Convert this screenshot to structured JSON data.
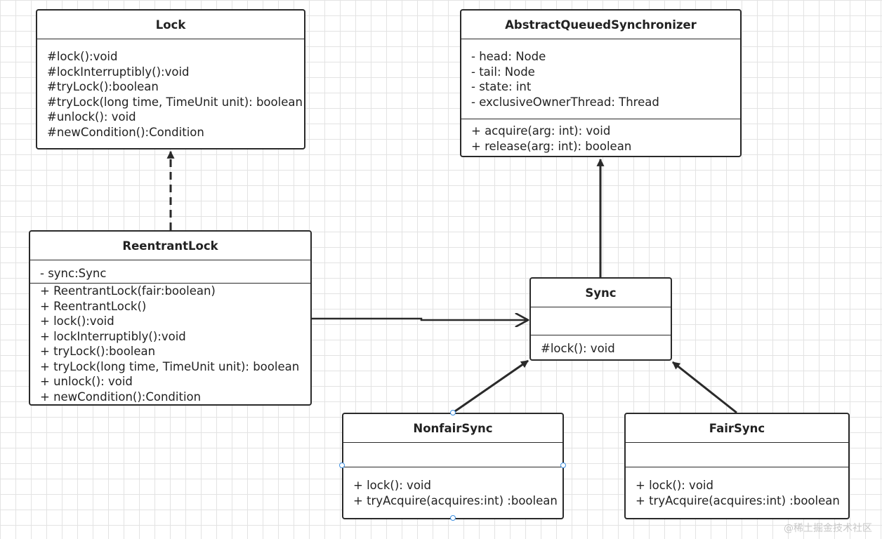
{
  "classes": {
    "lock": {
      "name": "Lock",
      "methods": [
        "#lock():void",
        "#lockInterruptibly():void",
        "#tryLock():boolean",
        "#tryLock(long time, TimeUnit unit): boolean",
        "#unlock(): void",
        "#newCondition():Condition"
      ]
    },
    "aqs": {
      "name": "AbstractQueuedSynchronizer",
      "attributes": [
        "- head: Node",
        "- tail: Node",
        "- state: int",
        "- exclusiveOwnerThread: Thread"
      ],
      "methods": [
        "+ acquire(arg: int): void",
        "+ release(arg: int): boolean"
      ]
    },
    "reentrant": {
      "name": "ReentrantLock",
      "attributes": [
        "- sync:Sync"
      ],
      "methods": [
        "+ ReentrantLock(fair:boolean)",
        "+ ReentrantLock()",
        "+ lock():void",
        "+ lockInterruptibly():void",
        "+ tryLock():boolean",
        "+ tryLock(long time, TimeUnit unit): boolean",
        "+ unlock(): void",
        "+ newCondition():Condition"
      ]
    },
    "sync": {
      "name": "Sync",
      "methods": [
        "#lock(): void"
      ]
    },
    "nonfair": {
      "name": "NonfairSync",
      "methods": [
        "+ lock(): void",
        "+ tryAcquire(acquires:int) :boolean"
      ]
    },
    "fair": {
      "name": "FairSync",
      "methods": [
        "+ lock(): void",
        "+ tryAcquire(acquires:int) :boolean"
      ]
    }
  },
  "watermark": "@稀土掘金技术社区",
  "colors": {
    "line": "#2a2a2a",
    "grid": "#e3e3e3",
    "handle": "#3d8fe0"
  }
}
